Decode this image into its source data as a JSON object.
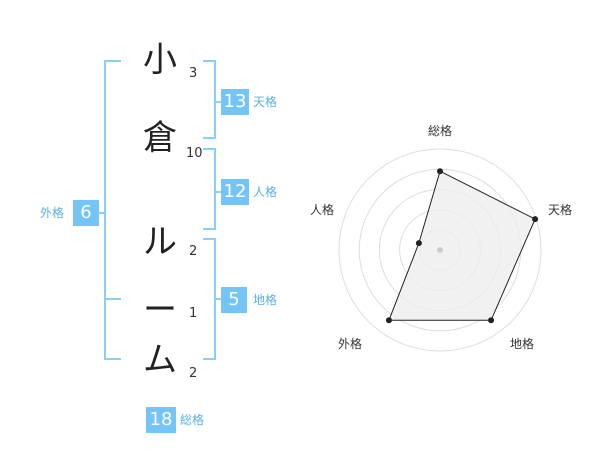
{
  "name": {
    "characters": [
      {
        "char": "小",
        "strokes": "3"
      },
      {
        "char": "倉",
        "strokes": "10"
      },
      {
        "char": "ル",
        "strokes": "2"
      },
      {
        "char": "ー",
        "strokes": "1"
      },
      {
        "char": "ム",
        "strokes": "2"
      }
    ]
  },
  "fortune": {
    "tenkaku": {
      "value": "13",
      "label": "天格"
    },
    "jinkaku": {
      "value": "12",
      "label": "人格"
    },
    "chikaku": {
      "value": "5",
      "label": "地格"
    },
    "gaikaku": {
      "value": "6",
      "label": "外格"
    },
    "soukaku": {
      "value": "18",
      "label": "総格"
    }
  },
  "radar": {
    "axes": [
      "総格",
      "天格",
      "地格",
      "外格",
      "人格"
    ],
    "values": [
      0.78,
      0.99,
      0.86,
      0.86,
      0.22
    ],
    "ring_count": 5
  },
  "colors": {
    "accent": "#74c5f6",
    "bracket": "#8ccff5",
    "radar_fill": "#eeeeee"
  }
}
